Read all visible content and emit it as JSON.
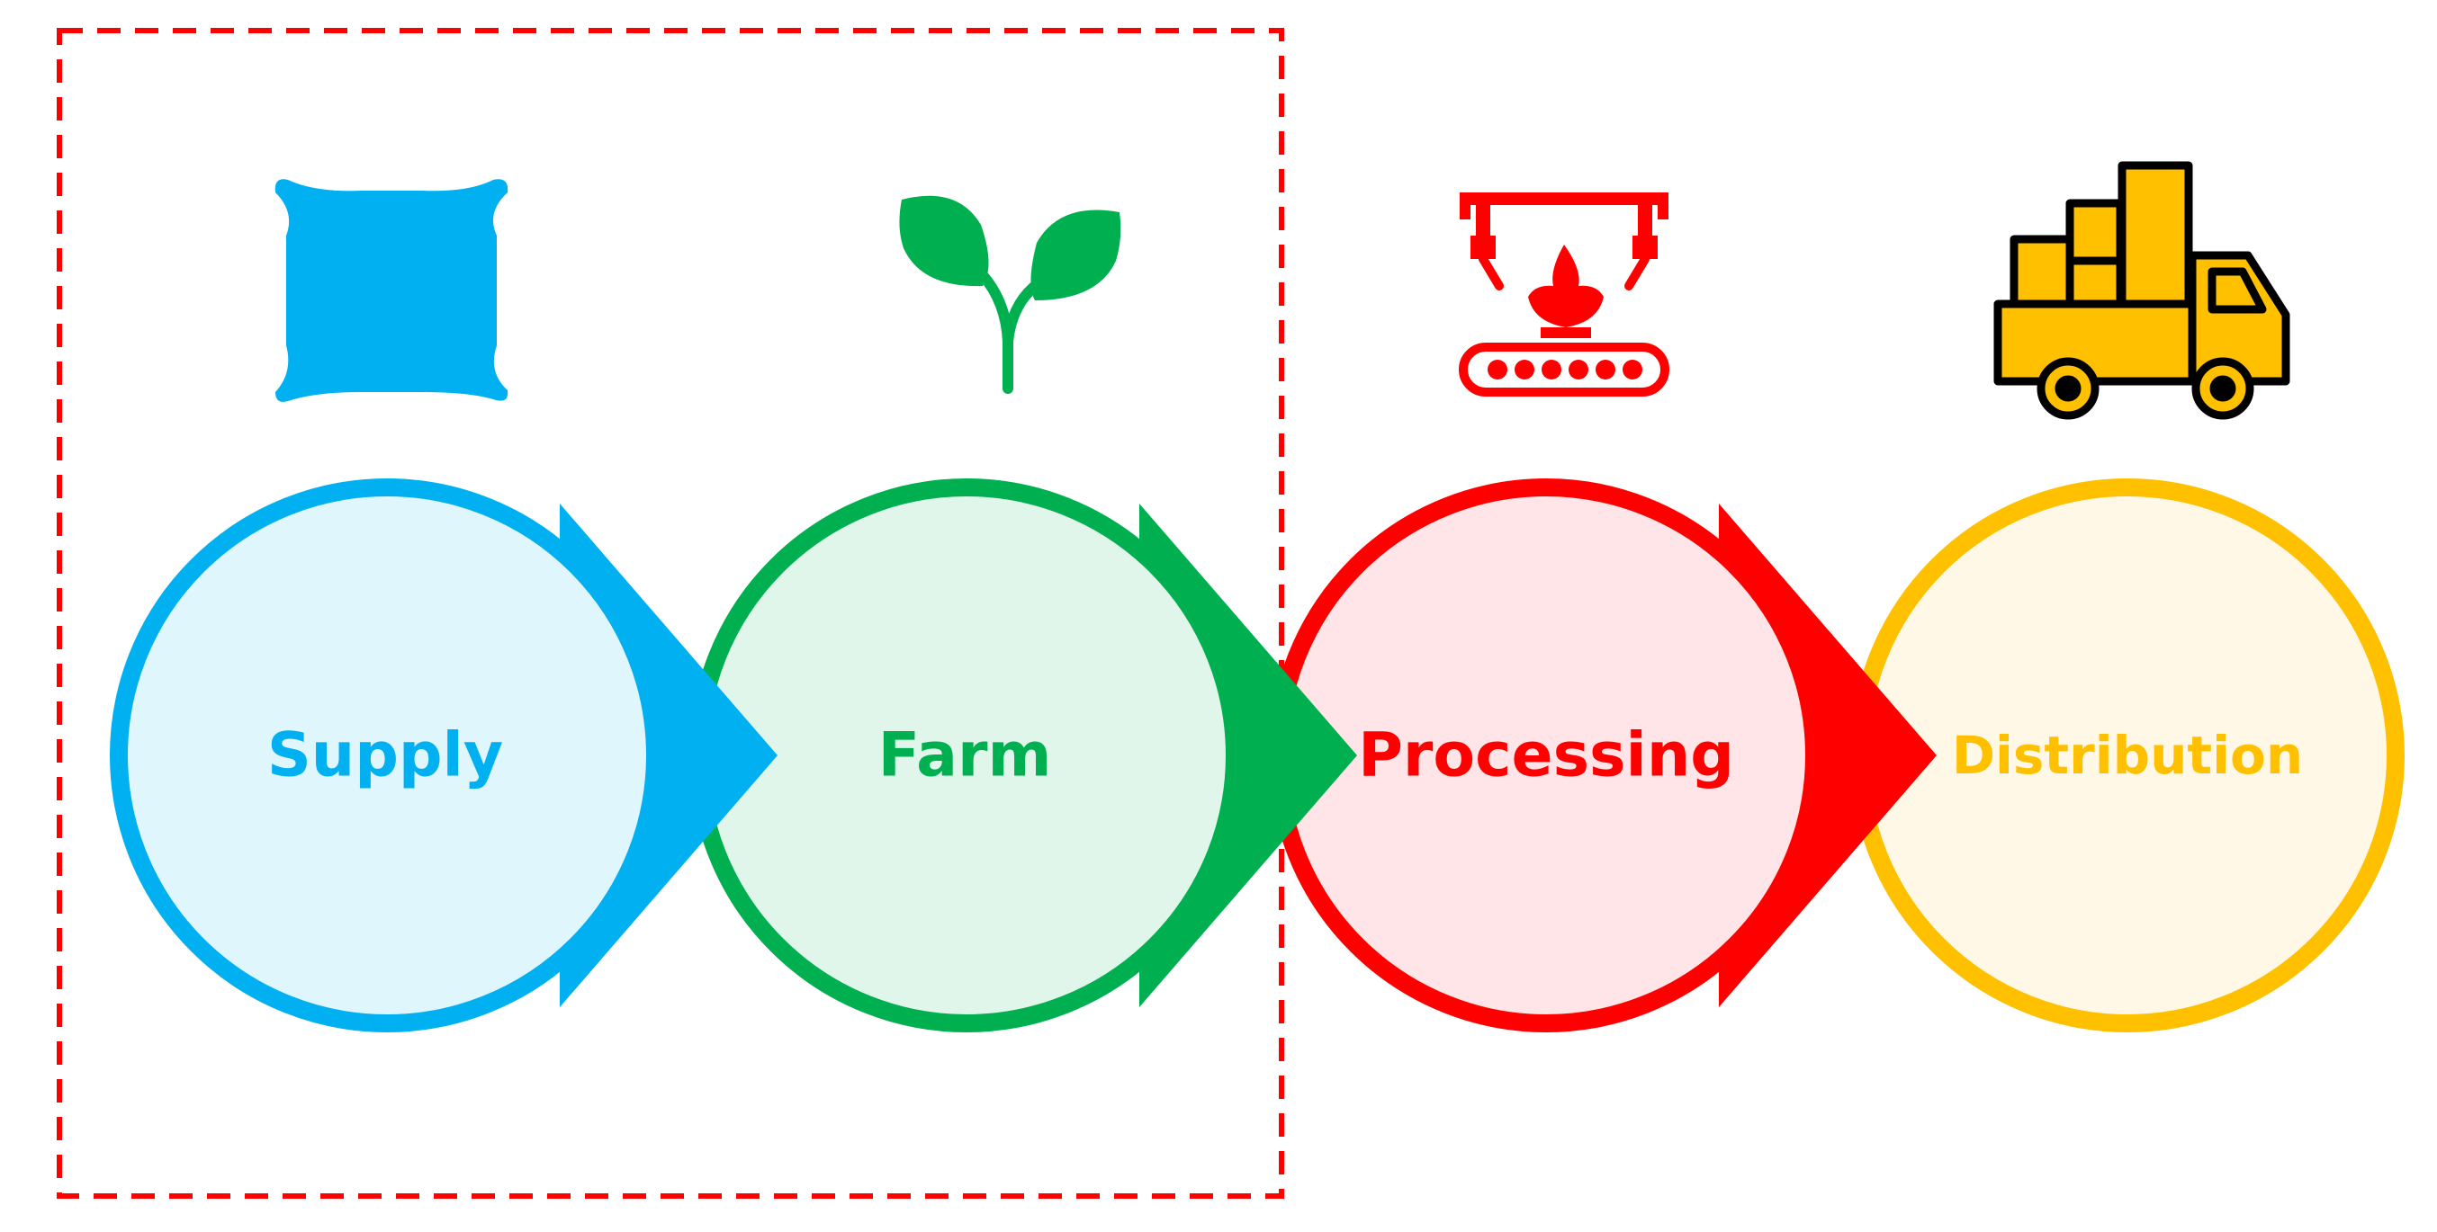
{
  "diagram": {
    "highlight_box": {
      "color": "#ff0000",
      "covers": [
        "Supply",
        "Farm"
      ]
    },
    "stages": [
      {
        "label": "Supply",
        "icon": "sack-icon",
        "color": "#00b0f0",
        "fill": "#e0f6fd"
      },
      {
        "label": "Farm",
        "icon": "seedling-icon",
        "color": "#00b050",
        "fill": "#e0f6ea"
      },
      {
        "label": "Processing",
        "icon": "processing-machine-icon",
        "color": "#ff0000",
        "fill": "#ffe5e7"
      },
      {
        "label": "Distribution",
        "icon": "delivery-truck-icon",
        "color": "#ffc000",
        "fill": "#fff8e6"
      }
    ]
  }
}
